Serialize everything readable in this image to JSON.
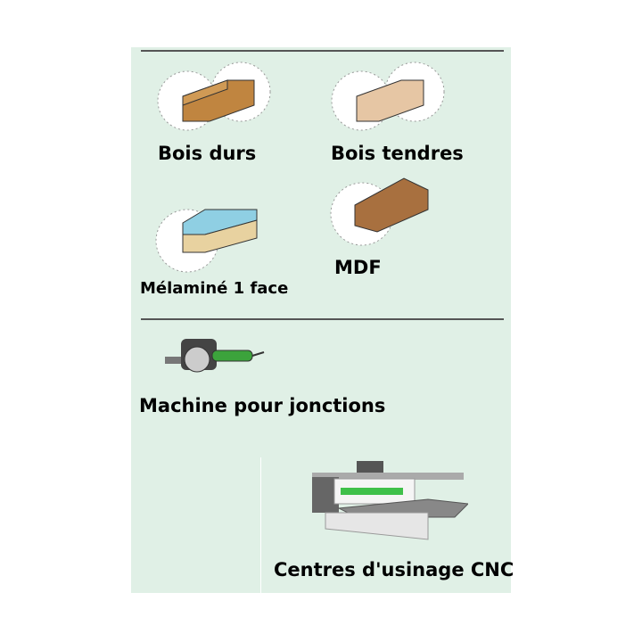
{
  "categories": {
    "hardwood": "Bois durs",
    "softwood": "Bois tendres",
    "melamine": "Mélaminé 1 face",
    "mdf": "MDF"
  },
  "machines": {
    "jointer": "Machine pour jonctions",
    "cnc": "Centres d'usinage CNC"
  },
  "colors": {
    "panel_bg": "#e0f0e6",
    "hardwood": "#c08540",
    "softwood": "#e6c6a4",
    "melamine_top": "#8fcfe3",
    "mdf": "#a8703f"
  }
}
